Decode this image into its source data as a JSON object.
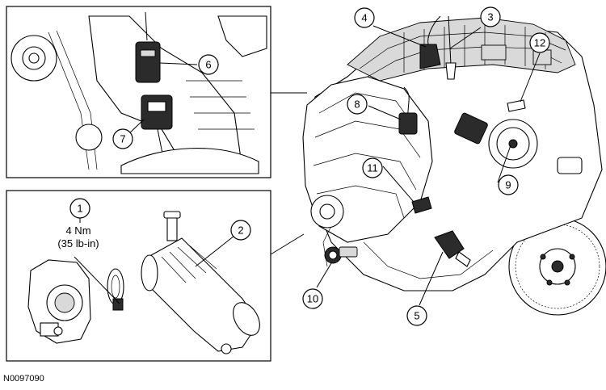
{
  "figure_id": "N0097090",
  "torque_spec": {
    "value": "4 Nm",
    "imperial": "(35 lb-in)"
  },
  "callouts": [
    {
      "number": "1"
    },
    {
      "number": "2"
    },
    {
      "number": "3"
    },
    {
      "number": "4"
    },
    {
      "number": "5"
    },
    {
      "number": "6"
    },
    {
      "number": "7"
    },
    {
      "number": "8"
    },
    {
      "number": "9"
    },
    {
      "number": "10"
    },
    {
      "number": "11"
    },
    {
      "number": "12"
    }
  ],
  "colors": {
    "line": "#000000",
    "background": "#ffffff",
    "shade": "#d9d9d9",
    "dark": "#2b2b2b"
  }
}
